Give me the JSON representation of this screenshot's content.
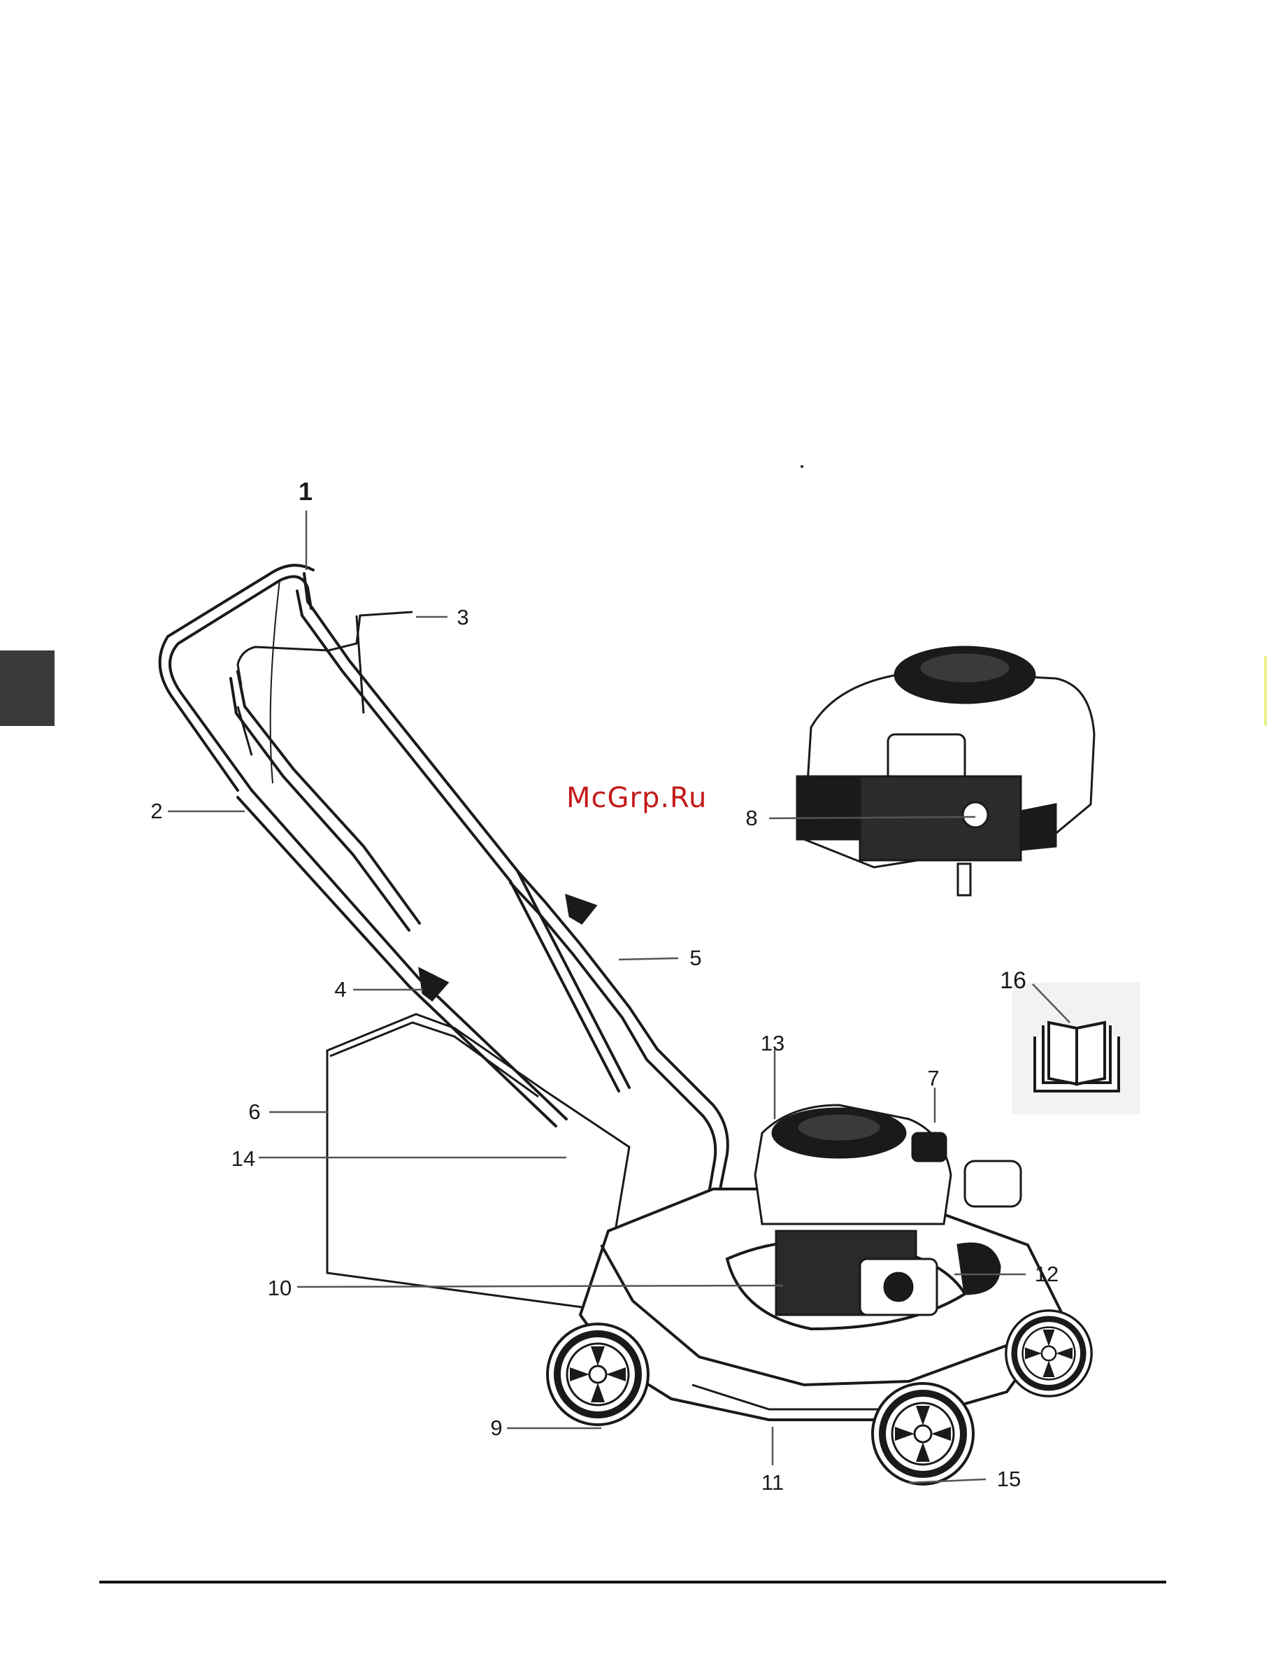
{
  "watermark": "McGrp.Ru",
  "callouts": [
    {
      "id": "1"
    },
    {
      "id": "2"
    },
    {
      "id": "3"
    },
    {
      "id": "4"
    },
    {
      "id": "5"
    },
    {
      "id": "6"
    },
    {
      "id": "7"
    },
    {
      "id": "8"
    },
    {
      "id": "9"
    },
    {
      "id": "10"
    },
    {
      "id": "11"
    },
    {
      "id": "12"
    },
    {
      "id": "13"
    },
    {
      "id": "14"
    },
    {
      "id": "15"
    },
    {
      "id": "16"
    }
  ],
  "icons": {
    "manual": "open-book-icon"
  },
  "colors": {
    "line": "#1a1a1a",
    "watermark": "#c41a1a",
    "tab": "#3a3a3a"
  }
}
